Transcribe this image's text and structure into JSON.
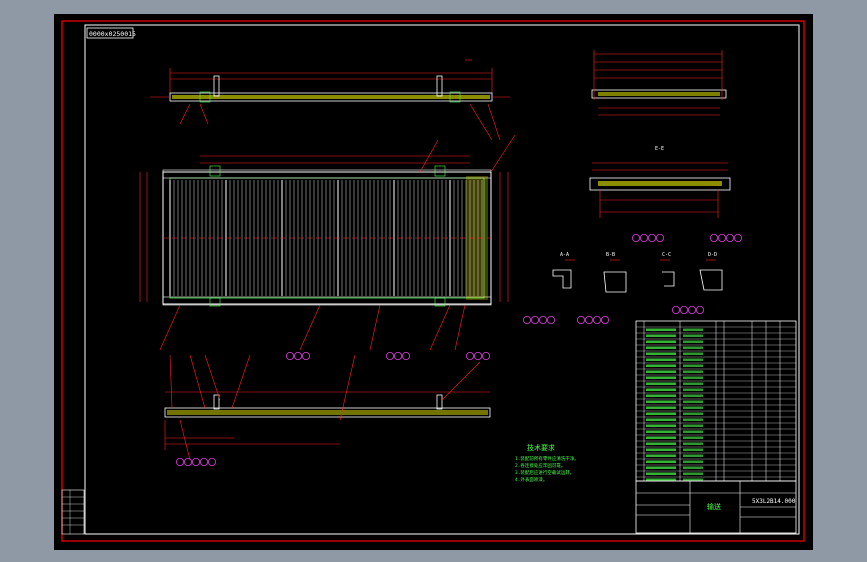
{
  "window": {
    "background": "#8e99a5",
    "canvas": "#000000",
    "frame_color": "#ff0000"
  },
  "drawing": {
    "id_label": "0000x0250015",
    "drawing_number": "5X3L2B14.000",
    "title_block_name": "输送",
    "notes_title": "技术要求",
    "notes": [
      "1.装配前所有零件应清洗干净。",
      "2.各连接处应牢固可靠。",
      "3.装配后应进行空载试运转。",
      "4.外表面喷漆。"
    ],
    "colors": {
      "outline": "#ffffff",
      "dimension": "#ff2020",
      "hatch": "#ffff00",
      "text": "#4cff4c",
      "parts": "#c0c0c0",
      "balloon": "#e040e0"
    }
  },
  "views": {
    "section_labels": [
      "A-A",
      "B-B",
      "C-C",
      "D-D",
      "E-E"
    ]
  }
}
